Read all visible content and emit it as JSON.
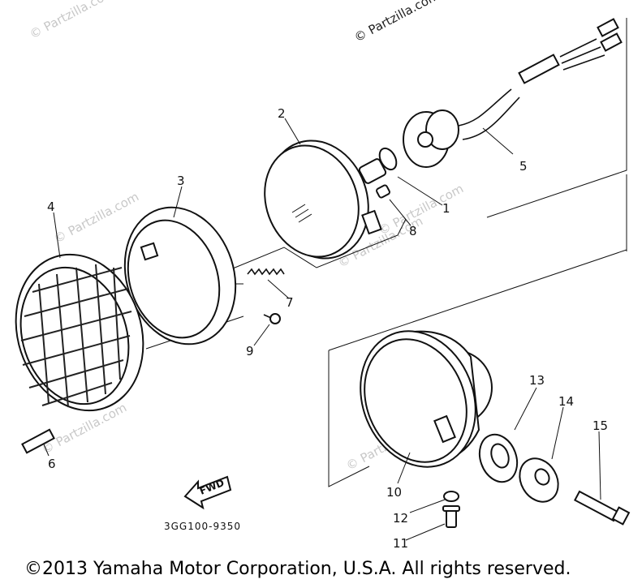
{
  "watermarks": {
    "top_right": "© Partzilla.com",
    "faint_1": "© Partzilla.com",
    "faint_2": "© Partzilla.com",
    "faint_3": "© Partzilla.com",
    "faint_4": "© Partzilla.com",
    "faint_5": "© Partzilla.com",
    "faint_6": "© Partzilla.com"
  },
  "callouts": {
    "c1": "1",
    "c2": "2",
    "c3": "3",
    "c4": "4",
    "c5": "5",
    "c6": "6",
    "c7": "7",
    "c8": "8",
    "c9": "9",
    "c10": "10",
    "c11": "11",
    "c12": "12",
    "c13": "13",
    "c14": "14",
    "c15": "15"
  },
  "fwd_label": "FWD",
  "diagram_code": "3GG100-9350",
  "copyright": "©2013  Yamaha Motor Corporation, U.S.A. All rights reserved."
}
